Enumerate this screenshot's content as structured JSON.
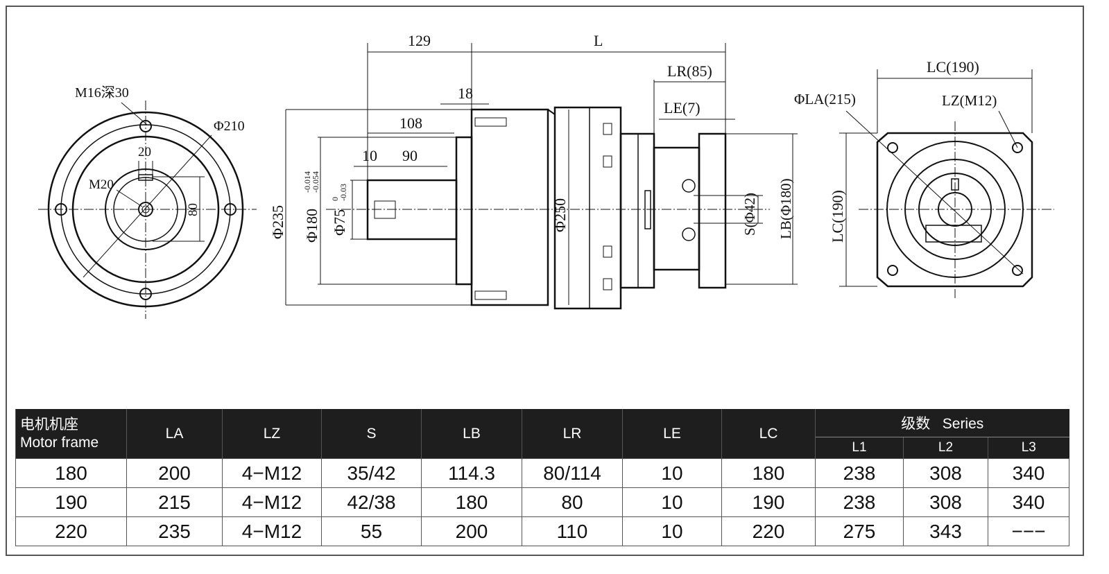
{
  "front_view": {
    "thread_label": "M16深30",
    "dia_label": "Φ210",
    "key_width": "20",
    "center_thread": "M20",
    "height_label": "80"
  },
  "side_view": {
    "dim_129": "129",
    "dim_L": "L",
    "dim_LR": "LR(85)",
    "dim_18": "18",
    "dim_LE": "LE(7)",
    "dim_108": "108",
    "dim_10": "10",
    "dim_90": "90",
    "dia_235": "Φ235",
    "dia_180": "Φ180",
    "tol_180_upper": "-0.014",
    "tol_180_lower": "-0.054",
    "dia_75": "Φ75",
    "tol_75_upper": "0",
    "tol_75_lower": "-0.03",
    "dia_250": "Φ250",
    "dia_S": "S(Φ42)",
    "dia_LB": "LB(Φ180)"
  },
  "end_view": {
    "dim_LC_top": "LC(190)",
    "dim_LA": "ΦLA(215)",
    "dim_LZ": "LZ(M12)",
    "dim_LC_side": "LC(190)"
  },
  "table": {
    "header_cn": "电机机座",
    "header_en": "Motor frame",
    "columns": [
      "LA",
      "LZ",
      "S",
      "LB",
      "LR",
      "LE",
      "LC"
    ],
    "series_label": "级数   Series",
    "series_columns": [
      "L1",
      "L2",
      "L3"
    ],
    "rows": [
      [
        "180",
        "200",
        "4−M12",
        "35/42",
        "114.3",
        "80/114",
        "10",
        "180",
        "238",
        "308",
        "340"
      ],
      [
        "190",
        "215",
        "4−M12",
        "42/38",
        "180",
        "80",
        "10",
        "190",
        "238",
        "308",
        "340"
      ],
      [
        "220",
        "235",
        "4−M12",
        "55",
        "200",
        "110",
        "10",
        "220",
        "275",
        "343",
        "−−−"
      ]
    ]
  }
}
